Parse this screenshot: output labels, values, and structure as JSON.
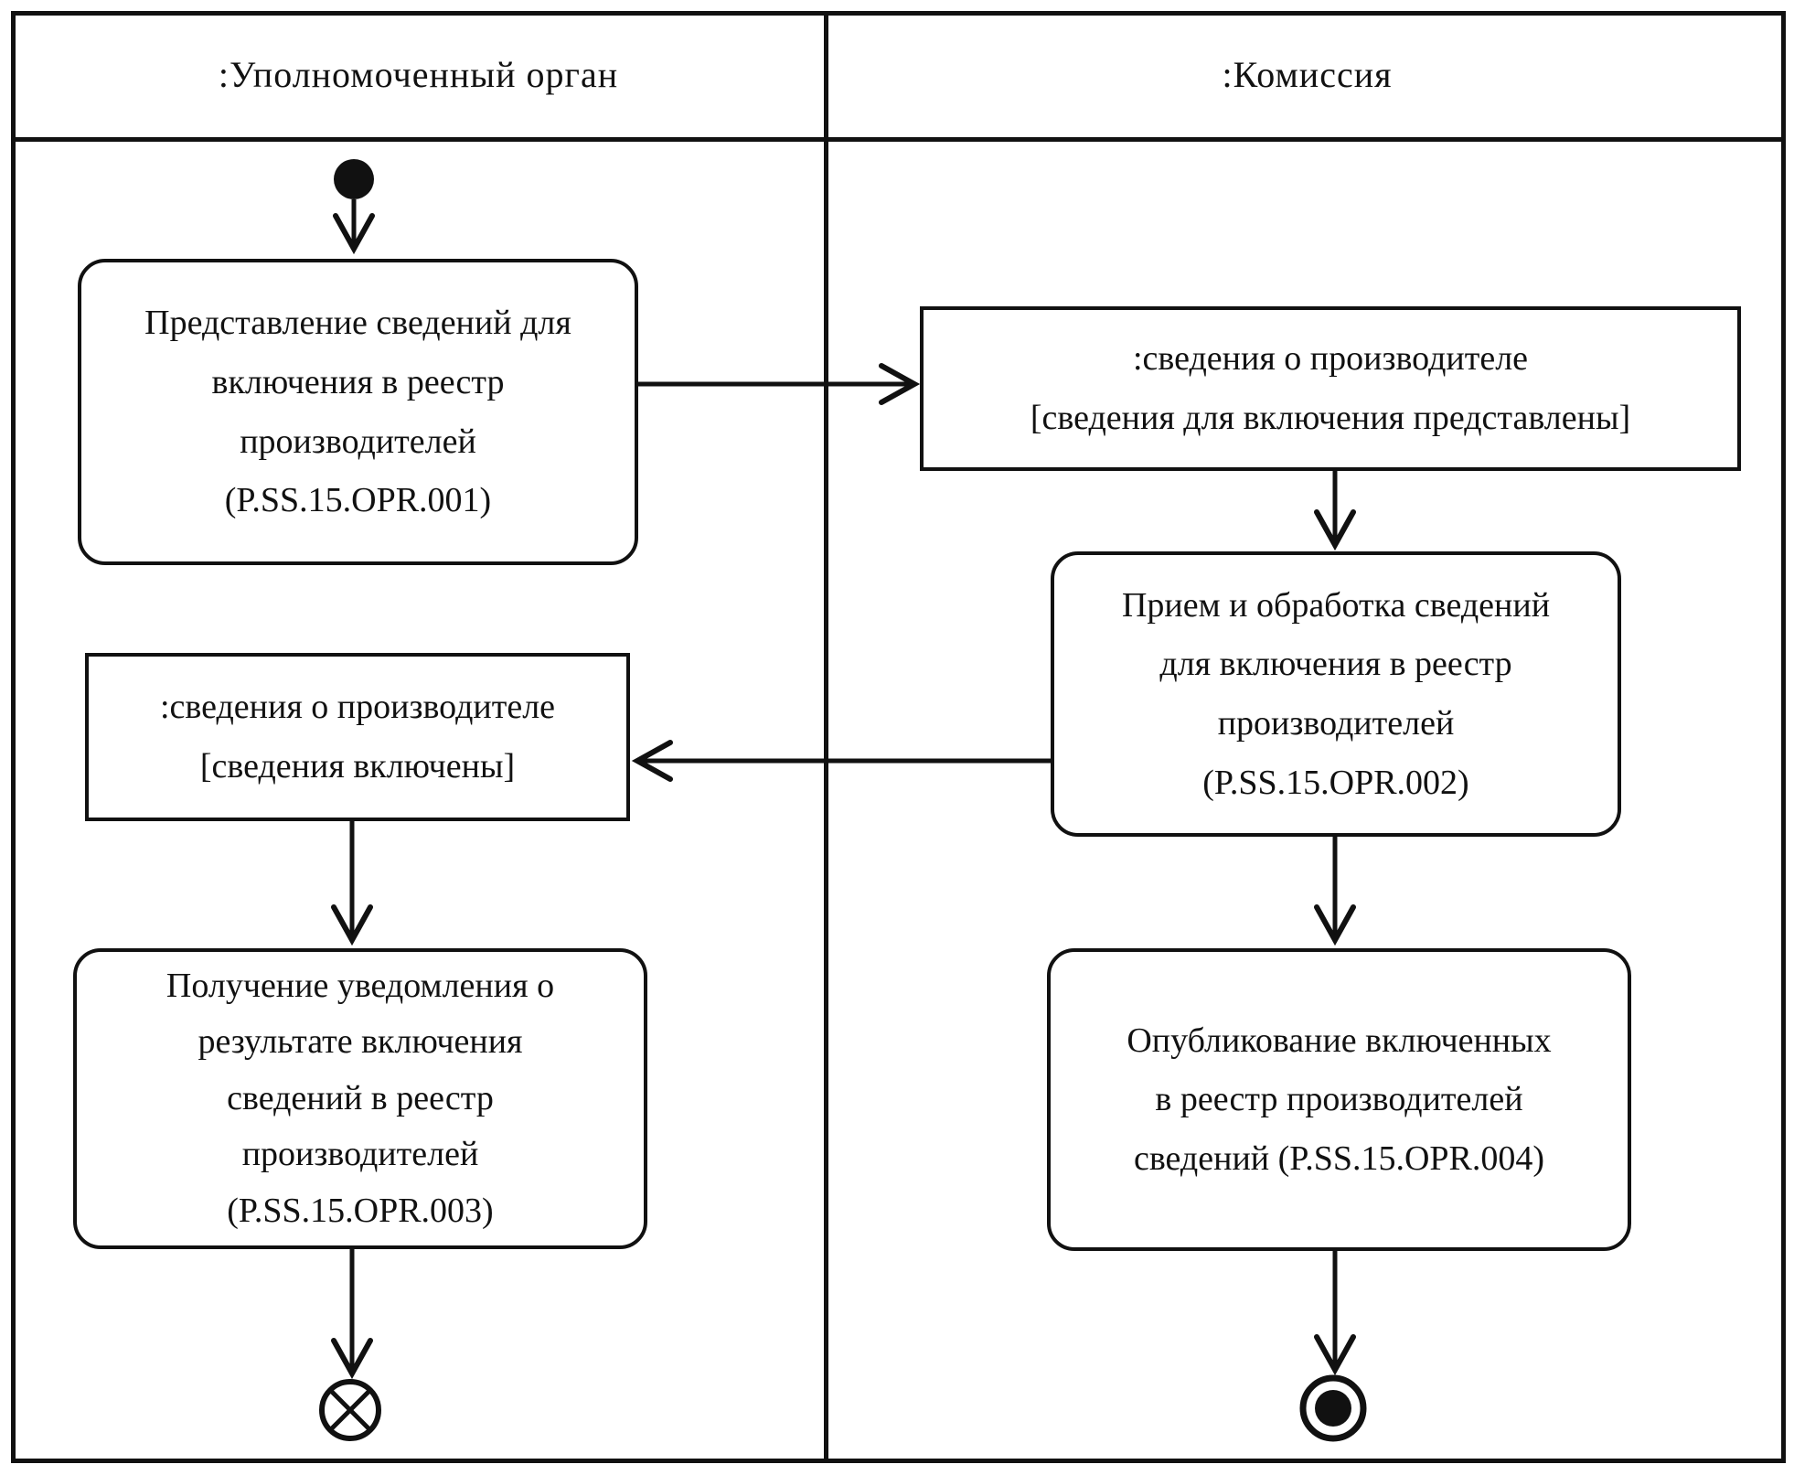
{
  "colors": {
    "ink": "#111111",
    "background": "#ffffff"
  },
  "lanes": {
    "authorized_body": {
      "title": ":Уполномоченный орган"
    },
    "commission": {
      "title": ":Комиссия"
    }
  },
  "nodes": {
    "action_opr001": {
      "text": "Представление сведений для\nвключения в реестр\nпроизводителей\n(P.SS.15.OPR.001)"
    },
    "object_info_submitted": {
      "text": ":сведения о производителе\n[сведения для включения представлены]"
    },
    "action_opr002": {
      "text": "Прием и обработка сведений\nдля включения в реестр\nпроизводителей\n(P.SS.15.OPR.002)"
    },
    "object_info_included": {
      "text": ":сведения о производителе\n[сведения включены]"
    },
    "action_opr003": {
      "text": "Получение уведомления о\nрезультате включения\nсведений в реестр\nпроизводителей\n(P.SS.15.OPR.003)"
    },
    "action_opr004": {
      "text": "Опубликование включенных\nв реестр производителей\nсведений (P.SS.15.OPR.004)"
    }
  }
}
